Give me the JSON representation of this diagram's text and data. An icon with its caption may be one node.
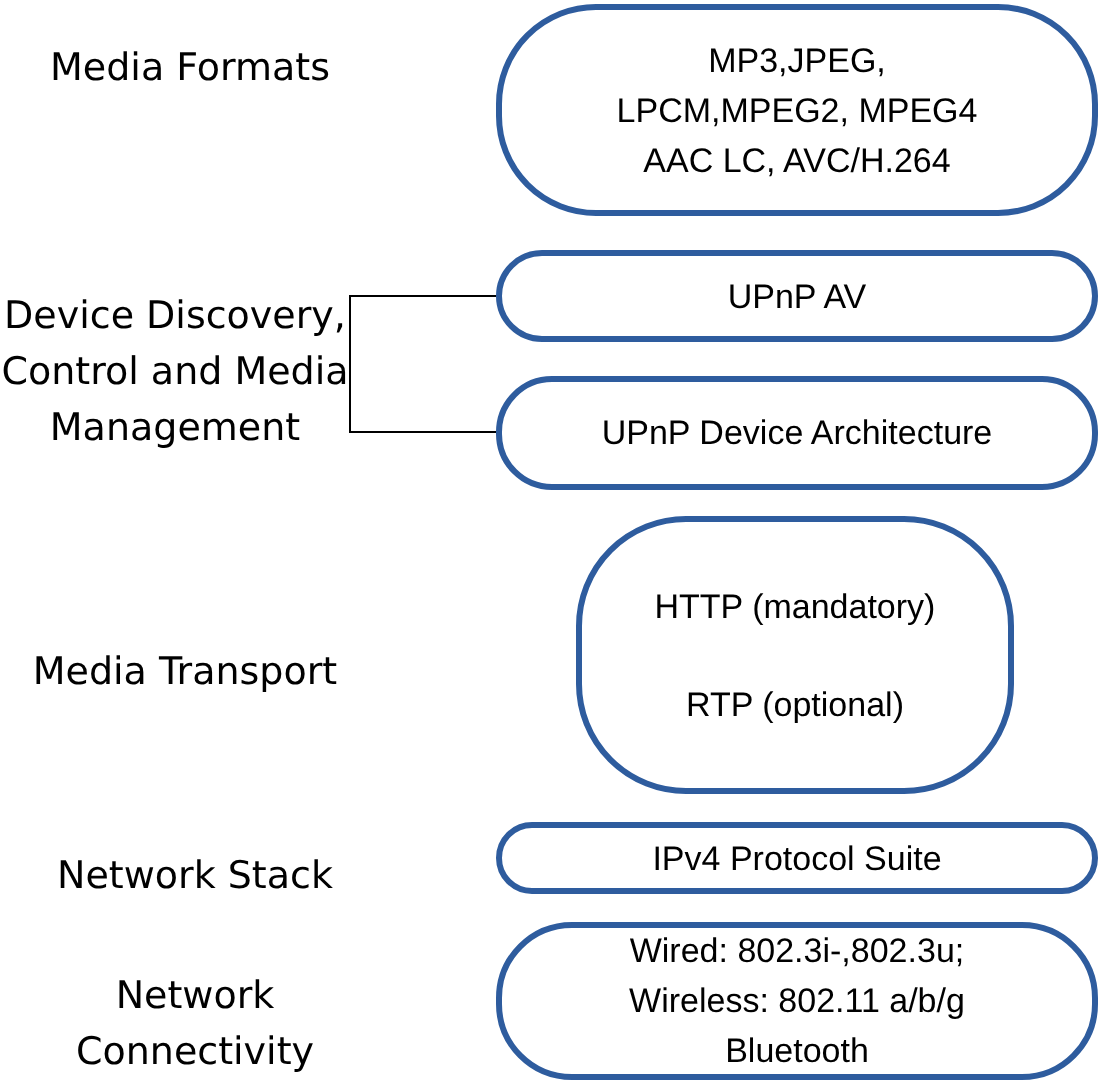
{
  "diagram": {
    "nodes": [
      {
        "text": [
          "MP3,JPEG, LPCM,MPEG2, MPEG4 AAC LC, AVC/H.264"
        ]
      },
      {
        "text": [
          "Device Discovery, Control and Media Management"
        ]
      },
      {
        "text": [
          "UPnP AV"
        ]
      },
      {
        "text": [
          "UPnP Device Architecture"
        ]
      },
      {
        "text": [
          "HTTP (mandatory)",
          "RTP (optional)"
        ]
      },
      {
        "text": [
          "IPv4 Protocol Suite"
        ]
      },
      {
        "text": [
          "Wired: 802.3i-,802.3u; Wireless: 802.11 a/b/g Bluetooth"
        ]
      }
    ],
    "edges": [
      {
        "from": 1,
        "to": 2,
        "arrow": "none"
      },
      {
        "from": 1,
        "to": 3,
        "arrow": "none"
      }
    ],
    "labels": [
      "Media Formats",
      "Media Transport",
      "Network Stack",
      "Network Connectivity"
    ]
  }
}
